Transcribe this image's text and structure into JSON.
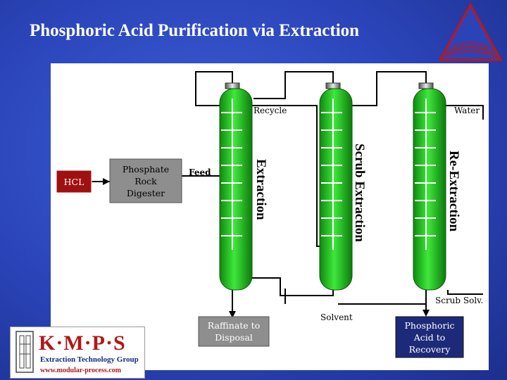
{
  "title": "Phosphoric Acid Purification via Extraction",
  "labels": {
    "recycle": "Recycle",
    "water": "Water",
    "feed": "Feed",
    "scrub_solv": "Scrub Solv.",
    "solvent": "Solvent"
  },
  "boxes": {
    "hcl": "HCL",
    "digester": "Phosphate\nRock\nDigester",
    "raffinate": "Raffinate to\nDisposal",
    "acid": "Phosphoric\nAcid to\nRecovery"
  },
  "columns": {
    "extraction": "Extraction",
    "scrub": "Scrub Extraction",
    "reextraction": "Re-Extraction"
  },
  "logo": {
    "name": "K·M·P·S",
    "subtitle": "Extraction Technology Group",
    "url": "www.modular-process.com"
  },
  "colors": {
    "background": "#2a44b8",
    "column_green": "#22c71f",
    "hcl_box": "#a01010",
    "process_box": "#8e8e8e",
    "product_box": "#1d2a7a"
  }
}
